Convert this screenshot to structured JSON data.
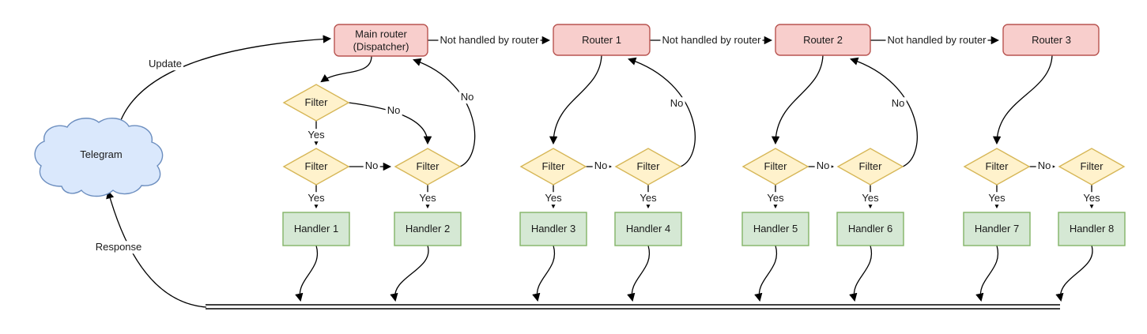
{
  "colors": {
    "router_fill": "#f8cecc",
    "router_stroke": "#b85450",
    "filter_fill": "#fff2cc",
    "filter_stroke": "#d6b656",
    "handler_fill": "#d5e8d4",
    "handler_stroke": "#82b366",
    "cloud_fill": "#dae8fc",
    "cloud_stroke": "#6c8ebf",
    "line": "#000000"
  },
  "nodes": {
    "cloud": "Telegram",
    "dispatcher": {
      "line1": "Main router",
      "line2": "(Dispatcher)"
    },
    "routers": [
      "Router 1",
      "Router 2",
      "Router 3"
    ],
    "filter": "Filter",
    "handlers": [
      "Handler 1",
      "Handler 2",
      "Handler 3",
      "Handler 4",
      "Handler 5",
      "Handler 6",
      "Handler 7",
      "Handler 8"
    ]
  },
  "edge_labels": {
    "update": "Update",
    "response": "Response",
    "not_handled": "Not handled by router",
    "yes": "Yes",
    "no": "No"
  }
}
